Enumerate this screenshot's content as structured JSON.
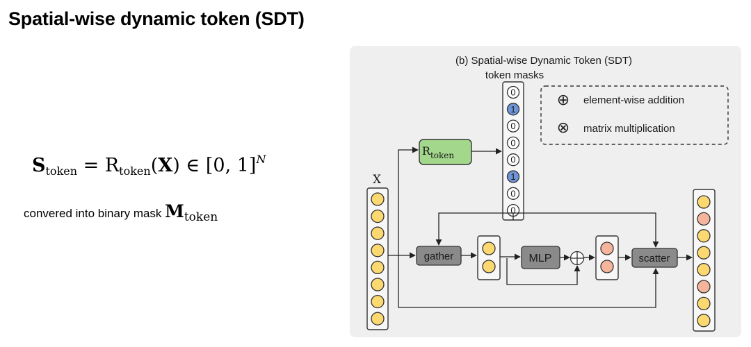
{
  "slide": {
    "title": "Spatial-wise dynamic token (SDT)"
  },
  "formula": {
    "s": "S",
    "s_sub": "token",
    "equals": " = R",
    "r_sub": "token",
    "paren_open": "(",
    "x": "X",
    "tail": ") ∈ [0, 1]",
    "sup": "N"
  },
  "mask_text": {
    "lead": "convered into binary mask ",
    "m": "M",
    "m_sub": "token"
  },
  "diagram": {
    "caption": "(b) Spatial-wise Dynamic Token (SDT)",
    "token_masks_label": "token masks",
    "x_label": "X",
    "router": {
      "main": "R",
      "sub": "token"
    },
    "gather_label": "gather",
    "mlp_label": "MLP",
    "scatter_label": "scatter",
    "mask_values": [
      "0",
      "1",
      "0",
      "0",
      "0",
      "1",
      "0",
      "0"
    ],
    "legend": {
      "add_symbol": "⊕",
      "add_text": "element-wise addition",
      "mul_symbol": "⊗",
      "mul_text": "matrix multiplication"
    },
    "output_token_colors": [
      "yellow",
      "salmon",
      "yellow",
      "yellow",
      "yellow",
      "salmon",
      "yellow",
      "yellow"
    ],
    "colors": {
      "yellow": "#fbd870",
      "salmon": "#f4b59c",
      "blue": "#6f95d8",
      "router_green": "#a3d88c",
      "gray_box": "#8a8a8a",
      "panel": "#efefef"
    }
  }
}
